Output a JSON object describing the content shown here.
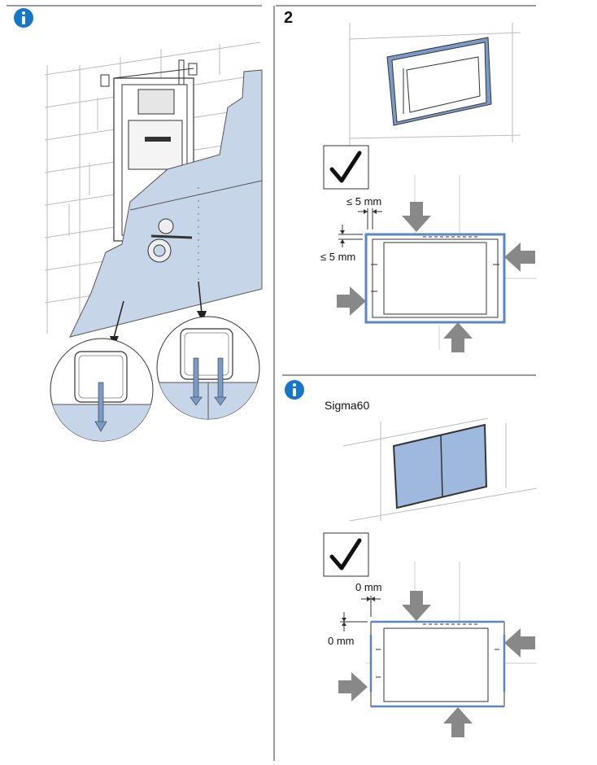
{
  "left_panel": {
    "info_icon": "info-icon"
  },
  "right_panel": {
    "step_number": "2",
    "gap_side_label": "≤ 5 mm",
    "gap_top_label": "≤ 5 mm",
    "info_icon": "info-icon",
    "variant_label": "Sigma60",
    "gap_side_label_2": "0 mm",
    "gap_top_label_2": "0 mm"
  },
  "colors": {
    "accent_blue": "#1677c8",
    "board_blue": "#c6d5e8",
    "plate_blue": "#9fb8dd",
    "arrow_gray": "#888888",
    "line_dark": "#333333"
  }
}
